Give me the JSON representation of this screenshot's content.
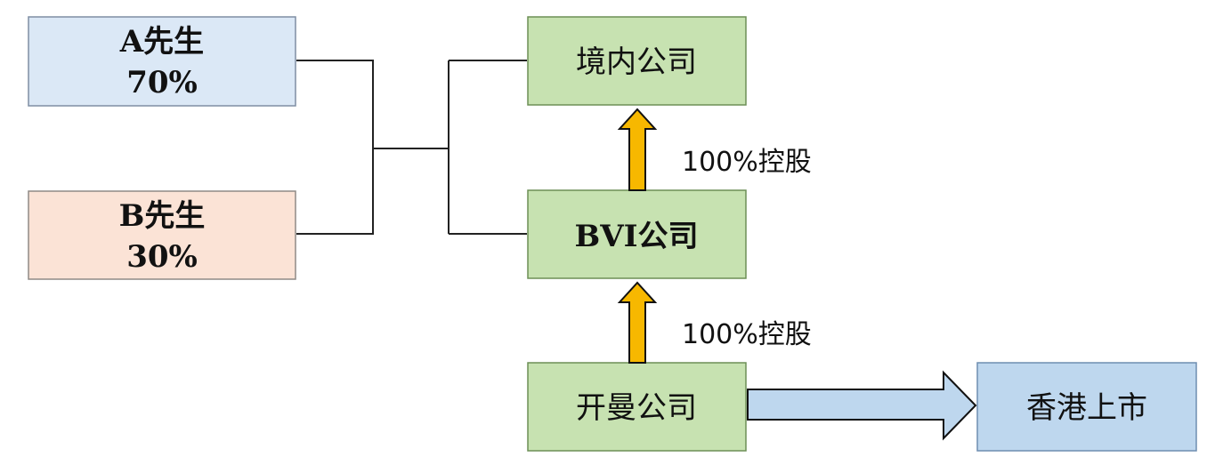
{
  "nodes": {
    "person_a": {
      "name": "A先生",
      "share": "70%",
      "fill": "#dbe8f6",
      "stroke": "#7f8ea3"
    },
    "person_b": {
      "name": "B先生",
      "share": "30%",
      "fill": "#fbe3d6",
      "stroke": "#8f8a86"
    },
    "domestic_company": {
      "label": "境内公司",
      "fill": "#c7e2b1",
      "stroke": "#6d8f56"
    },
    "bvi_company": {
      "label": "BVI公司",
      "fill": "#c7e2b1",
      "stroke": "#6d8f56"
    },
    "kaiman_company": {
      "label": "开曼公司",
      "fill": "#c7e2b1",
      "stroke": "#6d8f56"
    },
    "hk_listing": {
      "label": "香港上市",
      "fill": "#bed7ee",
      "stroke": "#6f8db0"
    }
  },
  "edges": {
    "bvi_to_domestic": {
      "label": "100%控股",
      "color": "#f7b800"
    },
    "kaiman_to_bvi": {
      "label": "100%控股",
      "color": "#f7b800"
    },
    "kaiman_to_hk": {
      "color": "#bed7ee"
    }
  },
  "colors": {
    "connector_line": "#222222",
    "arrow_outline": "#111111"
  }
}
